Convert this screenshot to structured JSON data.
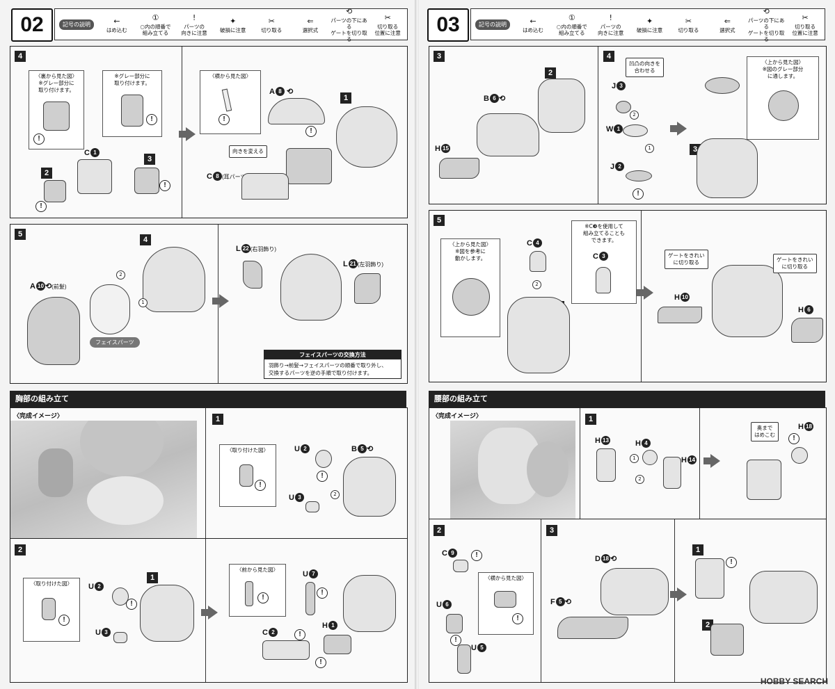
{
  "legend": {
    "title": "記号の説明",
    "items": [
      {
        "icon": "←",
        "label": "はめ込む"
      },
      {
        "icon": "①",
        "label": "○内の順番で\n組み立てる"
      },
      {
        "icon": "!",
        "label": "パーツの\n向きに注意"
      },
      {
        "icon": "✦",
        "label": "破損に注意"
      },
      {
        "icon": "✂",
        "label": "切り取る"
      },
      {
        "icon": "⇐",
        "label": "選択式"
      },
      {
        "icon": "⟲",
        "label": "パーツの下にある\nゲートを切り取る"
      },
      {
        "icon": "✂",
        "label": "切り取る\n位置に注意"
      }
    ]
  },
  "page_left": {
    "number": "02",
    "step4": {
      "step": "4",
      "view_back": "〈裏から見た図〉\n※グレー部分に\n取り付けます。",
      "gray_note": "※グレー部分に\n取り付けます。",
      "view_side": "〈横から見た図〉",
      "turn_label": "向きを変える",
      "tags": {
        "c1": {
          "l": "C",
          "n": "1"
        },
        "s2": "2",
        "s3": "3",
        "a8": {
          "l": "A",
          "n": "8"
        },
        "s1": "1",
        "c8": {
          "l": "C",
          "n": "8"
        },
        "c8_note": "(耳パーツ)"
      }
    },
    "step5": {
      "step": "5",
      "a10": {
        "l": "A",
        "n": "10"
      },
      "a10_note": "(前髪)",
      "s4": "4",
      "face_label": "フェイスパーツ",
      "l22": {
        "l": "L",
        "n": "22"
      },
      "l22_note": "(右羽飾り)",
      "l21": {
        "l": "L",
        "n": "21"
      },
      "l21_note": "(左羽飾り)",
      "note_title": "フェイスパーツの交換方法",
      "note_body": "羽飾り→前髪→フェイスパーツの順番で取り外し、\n交換するパーツを逆の手順で取り付けます。"
    },
    "chest": {
      "title": "胸部の組み立て",
      "image_label": "〈完成イメージ〉",
      "s1": {
        "step": "1",
        "view": "〈取り付けた図〉",
        "u2": {
          "l": "U",
          "n": "2"
        },
        "u3": {
          "l": "U",
          "n": "3"
        },
        "b5": {
          "l": "B",
          "n": "5"
        }
      },
      "s2": {
        "step": "2",
        "view": "〈取り付けた図〉",
        "u2": {
          "l": "U",
          "n": "2"
        },
        "u3": {
          "l": "U",
          "n": "3"
        },
        "p1": "1",
        "view_front": "〈前から見た図〉",
        "u7": {
          "l": "U",
          "n": "7"
        },
        "c2": {
          "l": "C",
          "n": "2"
        },
        "h1": {
          "l": "H",
          "n": "1"
        }
      }
    }
  },
  "page_right": {
    "number": "03",
    "step3": {
      "step": "3",
      "b6": {
        "l": "B",
        "n": "6"
      },
      "h15": {
        "l": "H",
        "n": "15"
      },
      "p2": "2"
    },
    "step4": {
      "step": "4",
      "align_note": "凹凸の向きを\n合わせる",
      "j3": {
        "l": "J",
        "n": "3"
      },
      "w1": {
        "l": "W",
        "n": "1"
      },
      "j2": {
        "l": "J",
        "n": "2"
      },
      "view_top": "〈上から見た図〉\n※図のグレー部分\nに通します。",
      "p3": "3"
    },
    "step5": {
      "step": "5",
      "view_top": "〈上から見た図〉\n※図を参考に\n動かします。",
      "c4": {
        "l": "C",
        "n": "4"
      },
      "c3_note": "※C❸を使用して\n組み立てることも\nできます。",
      "c3": {
        "l": "C",
        "n": "3"
      },
      "p4": "4",
      "gate1": "ゲートをきれい\nに切り取る",
      "gate2": "ゲートをきれい\nに切り取る",
      "h10": {
        "l": "H",
        "n": "10"
      },
      "h6": {
        "l": "H",
        "n": "6"
      }
    },
    "waist": {
      "title": "腰部の組み立て",
      "image_label": "〈完成イメージ〉",
      "s1": {
        "step": "1",
        "h13": {
          "l": "H",
          "n": "13"
        },
        "h4": {
          "l": "H",
          "n": "4"
        },
        "h14": {
          "l": "H",
          "n": "14"
        },
        "push": "奥まで\nはめこむ",
        "h18": {
          "l": "H",
          "n": "18"
        }
      },
      "s2": {
        "step": "2",
        "c9": {
          "l": "C",
          "n": "9"
        },
        "view_side": "〈横から見た図〉",
        "u6": {
          "l": "U",
          "n": "6"
        },
        "u5": {
          "l": "U",
          "n": "5"
        }
      },
      "s3": {
        "step": "3",
        "d18": {
          "l": "D",
          "n": "18"
        },
        "f5": {
          "l": "F",
          "n": "5"
        },
        "p1": "1",
        "p2": "2"
      }
    }
  },
  "watermark": "HOBBY SEARCH"
}
